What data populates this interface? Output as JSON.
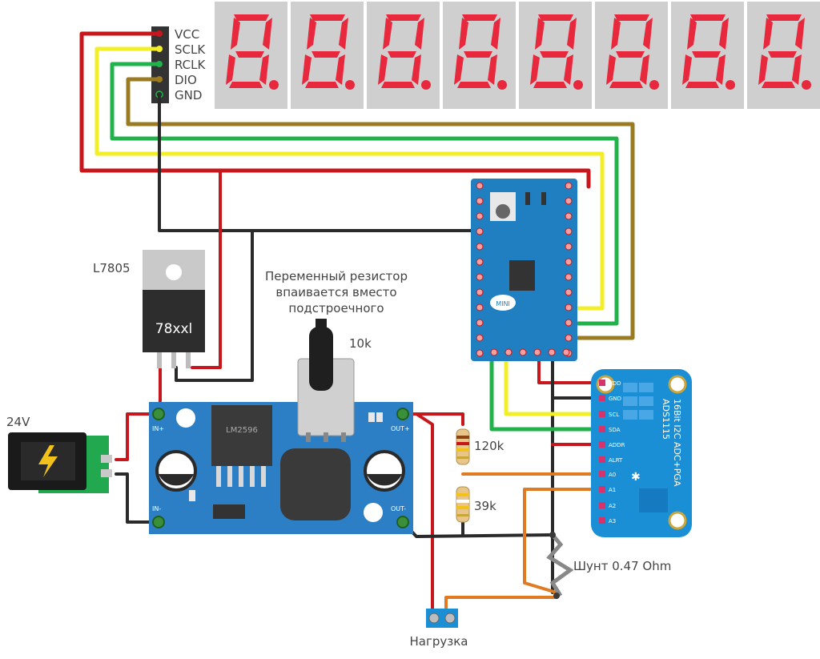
{
  "display": {
    "digit_count": 8,
    "pins": [
      "VCC",
      "SCLK",
      "RCLK",
      "DIO",
      "GND"
    ],
    "segment_color": "#e8283c",
    "body_color": "#cfcfcf"
  },
  "regulator": {
    "part": "L7805",
    "marking": "78xxl"
  },
  "note": {
    "line1": "Переменный резистор",
    "line2": "впаивается вместо",
    "line3": "подстроечного"
  },
  "potentiometer": {
    "value": "10k"
  },
  "power_jack": {
    "voltage": "24V"
  },
  "buck": {
    "chip": "LM2596",
    "in_plus": "IN+",
    "in_minus": "IN-",
    "out_plus": "OUT+",
    "out_minus": "OUT-"
  },
  "resistors": {
    "r1": "120k",
    "r2": "39k"
  },
  "shunt": {
    "label": "Шунт 0.47 Ohm"
  },
  "load": {
    "label": "Нагрузка"
  },
  "arduino": {
    "name": "MINI"
  },
  "adc": {
    "title_line1": "16Bit I2C ADC+PGA",
    "title_line2": "ADS1115",
    "pins": [
      "VDD",
      "GND",
      "SCL",
      "SDA",
      "ADDR",
      "ALRT",
      "A0",
      "A1",
      "A2",
      "A3"
    ]
  },
  "colors": {
    "red_wire": "#c8161d",
    "black_wire": "#2a2a2a",
    "yellow_wire": "#f2ef28",
    "green_wire": "#22b24c",
    "brown_wire": "#9a7b22",
    "orange_wire": "#e07b23",
    "pcb_blue": "#1f7fc0",
    "adc_blue": "#1a8fd6"
  }
}
